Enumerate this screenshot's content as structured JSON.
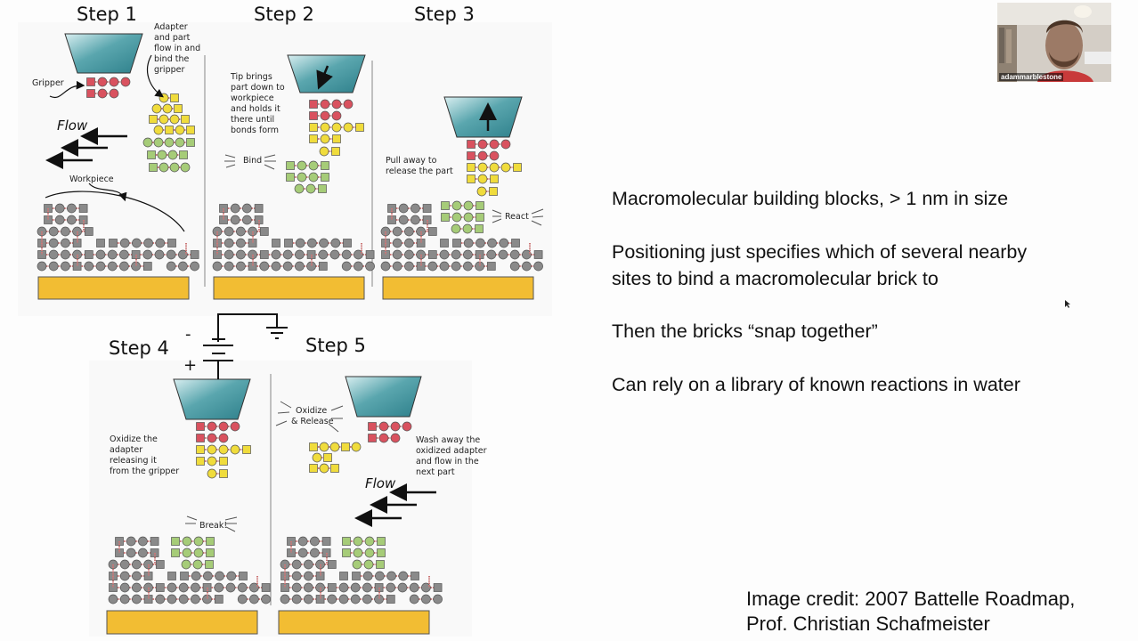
{
  "slide": {
    "bullets": [
      "Macromolecular building blocks, > 1 nm in size",
      "Positioning just specifies which of several nearby",
      "sites to bind a macromolecular brick to",
      "Then the bricks “snap together”",
      "Can rely on a library of known reactions in water"
    ],
    "credit_line1": "Image credit: 2007 Battelle Roadmap,",
    "credit_line2": "Prof. Christian Schafmeister"
  },
  "diagram": {
    "steps": [
      {
        "title": "Step 1",
        "labels": [
          "Adapter",
          "and part",
          "flow in and",
          "bind the",
          "gripper"
        ],
        "gripper_label": "Gripper",
        "flow_label": "Flow",
        "workpiece_label": "Workpiece"
      },
      {
        "title": "Step 2",
        "labels": [
          "Tip brings",
          "part down to",
          "workpiece",
          "and holds it",
          "there until",
          "bonds form"
        ],
        "callout": "Bind"
      },
      {
        "title": "Step 3",
        "labels": [
          "Pull away to",
          "release the part"
        ],
        "callout": "React"
      },
      {
        "title": "Step 4",
        "labels": [
          "Oxidize the",
          "adapter",
          "releasing it",
          "from the gripper"
        ],
        "callout": "Break!",
        "minus": "-",
        "plus": "+"
      },
      {
        "title": "Step 5",
        "labels": [
          "Wash away the",
          "oxidized adapter",
          "and flow in the",
          "next part"
        ],
        "callout_line1": "Oxidize",
        "callout_line2": "& Release",
        "flow_label": "Flow"
      }
    ],
    "colors": {
      "gripper": "#3a8e98",
      "substrate": "#f2bd33",
      "gray_monomer": "#8a8a8a",
      "red_monomer": "#d9525f",
      "yellow_monomer": "#f0dc3c",
      "green_monomer": "#a6cc78"
    }
  },
  "video": {
    "participant_name": "adammarblestone"
  }
}
